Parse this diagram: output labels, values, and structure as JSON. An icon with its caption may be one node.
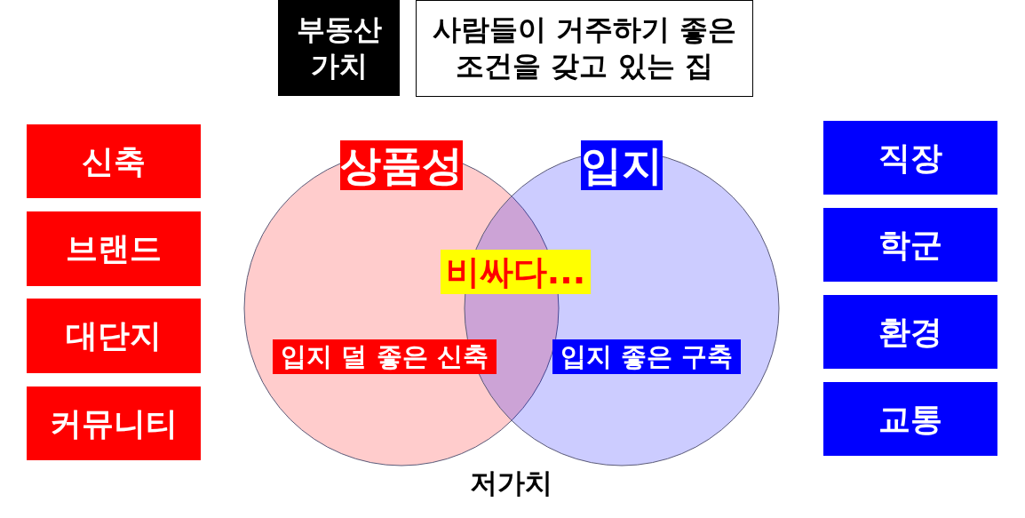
{
  "diagram": {
    "nodes": [
      {
        "text": [
          "부동산 가치"
        ]
      },
      {
        "text": [
          "사람들이 **거주하기 좋은** 조건을 갖고 있는 집"
        ]
      },
      {
        "text": [
          "신축"
        ]
      },
      {
        "text": [
          "브랜드"
        ]
      },
      {
        "text": [
          "대단지"
        ]
      },
      {
        "text": [
          "커뮤니티"
        ]
      },
      {
        "text": [
          "상품성"
        ]
      },
      {
        "text": [
          "입지"
        ]
      },
      {
        "text": [
          "비싸다..."
        ]
      },
      {
        "text": [
          "입지 덜 좋은 신축"
        ],
        "in": 6
      },
      {
        "text": [
          "입지 좋은 구축"
        ],
        "in": 7
      },
      {
        "text": [
          "직장"
        ]
      },
      {
        "text": [
          "학군"
        ]
      },
      {
        "text": [
          "환경"
        ]
      },
      {
        "text": [
          "교통"
        ]
      }
    ],
    "labels": [
      "저가치"
    ]
  }
}
